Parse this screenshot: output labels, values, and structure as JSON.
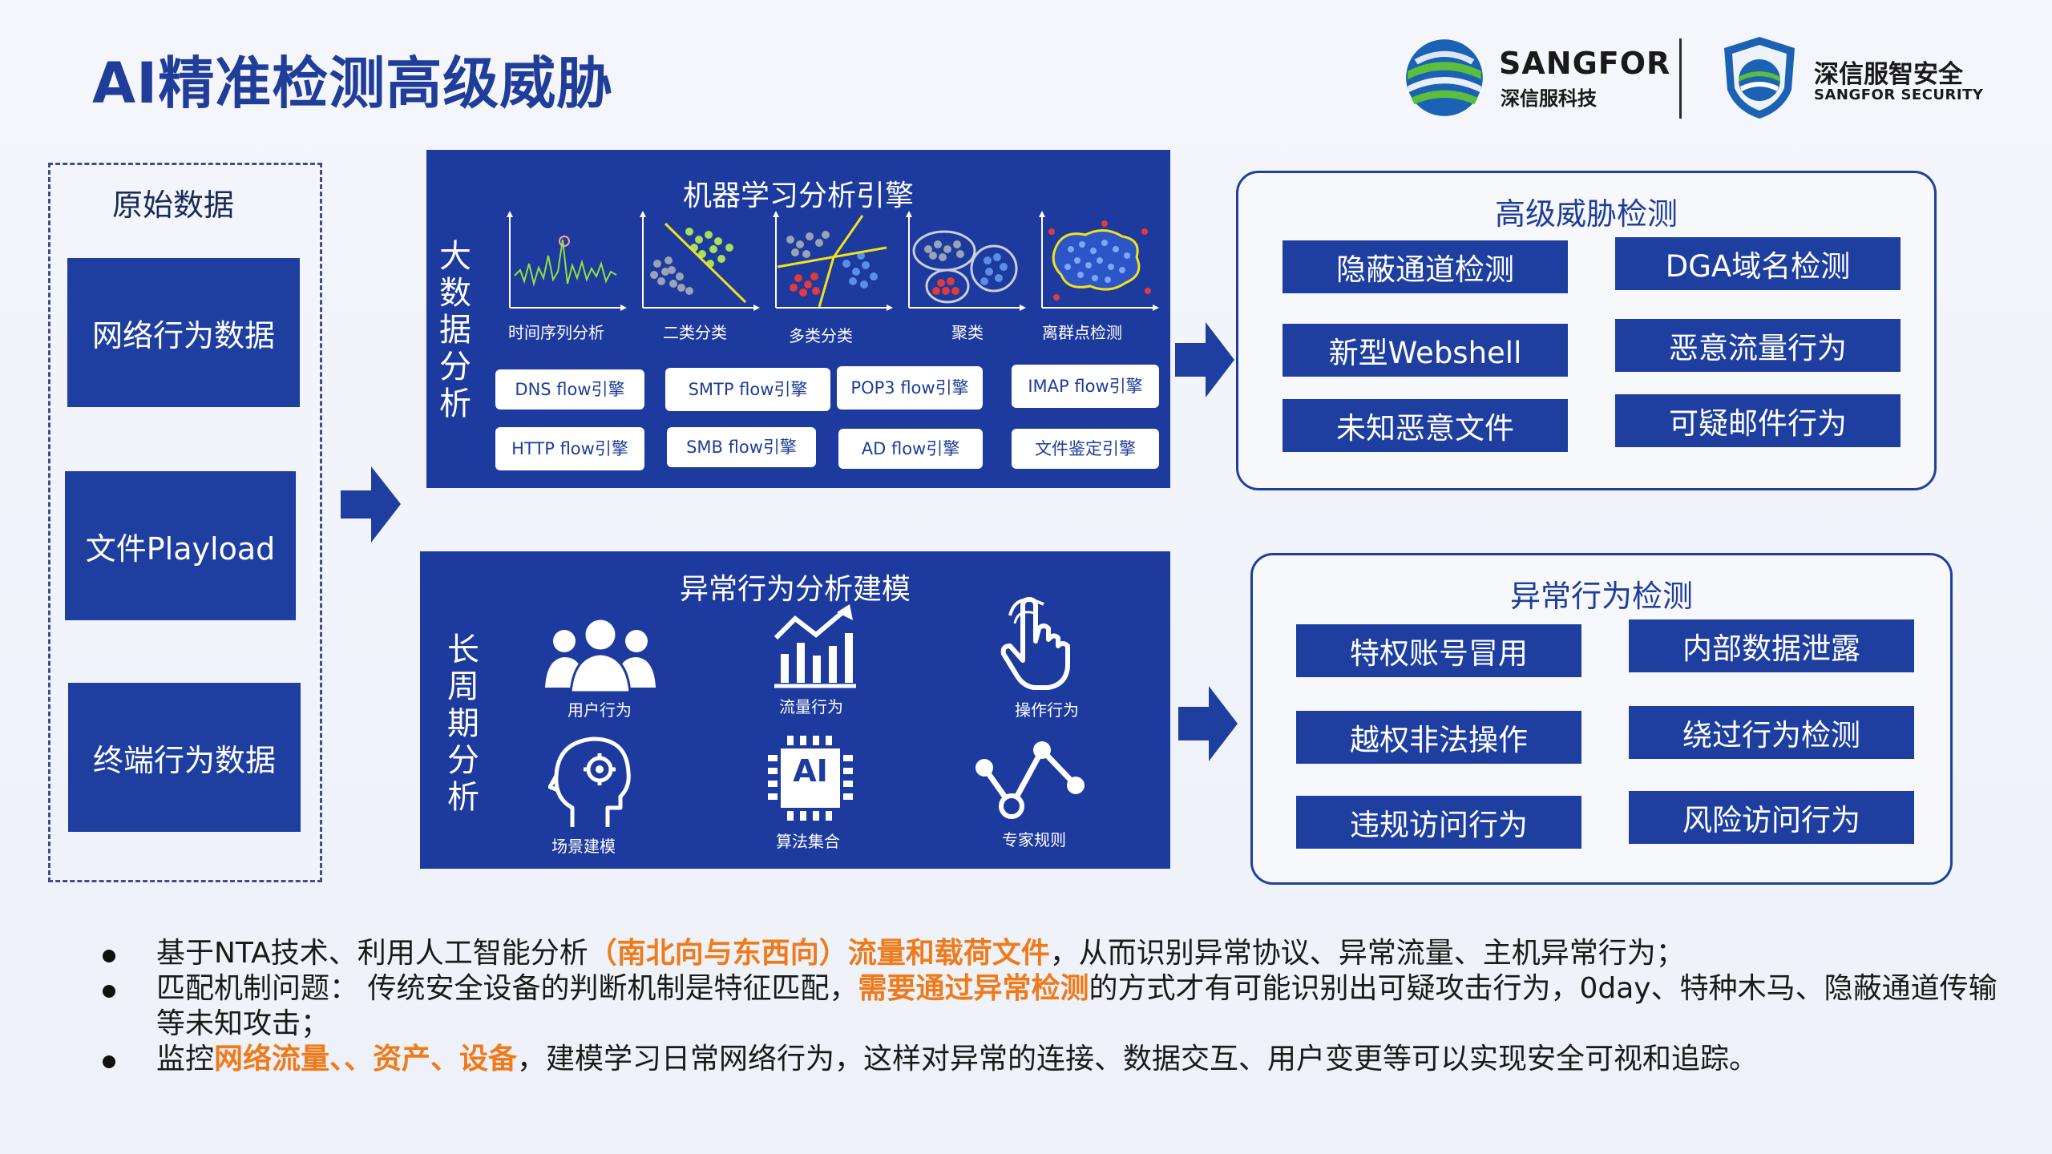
{
  "title": "AI精准检测高级威胁",
  "logos": {
    "sangfor_name": "SANGFOR",
    "sangfor_sub": "深信服科技",
    "security_name": "深信服智安全",
    "security_sub": "SANGFOR SECURITY"
  },
  "raw_data": {
    "title": "原始数据",
    "items": [
      "网络行为数据",
      "文件Playload",
      "终端行为数据"
    ]
  },
  "ml_panel": {
    "title": "机器学习分析引擎",
    "side_label": [
      "大",
      "数",
      "据",
      "分",
      "析"
    ],
    "charts": [
      "时间序列分析",
      "二类分类",
      "多类分类",
      "聚类",
      "离群点检测"
    ],
    "engines": [
      "DNS flow引擎",
      "SMTP  flow引擎",
      "POP3 flow引擎",
      "IMAP flow引擎",
      "HTTP flow引擎",
      "SMB flow引擎",
      "AD flow引擎",
      "文件鉴定引擎"
    ]
  },
  "ab_panel": {
    "title": "异常行为分析建模",
    "side_label": [
      "长",
      "周",
      "期",
      "分",
      "析"
    ],
    "icons": [
      "用户行为",
      "流量行为",
      "操作行为",
      "场景建模",
      "算法集合",
      "专家规则"
    ],
    "ai_chip_text": "AI"
  },
  "threat_panel": {
    "title": "高级威胁检测",
    "items": [
      "隐蔽通道检测",
      "DGA域名检测",
      "新型Webshell",
      "恶意流量行为",
      "未知恶意文件",
      "可疑邮件行为"
    ]
  },
  "anomaly_panel": {
    "title": "异常行为检测",
    "items": [
      "特权账号冒用",
      "内部数据泄露",
      "越权非法操作",
      "绕过行为检测",
      "违规访问行为",
      "风险访问行为"
    ]
  },
  "bullets": {
    "b1_a": "基于NTA技术、利用人工智能分析",
    "b1_hl": "（南北向与东西向）流量和载荷文件",
    "b1_b": "，从而识别异常协议、异常流量、主机异常行为；",
    "b2_a": "匹配机制问题：  传统安全设备的判断机制是特征匹配，",
    "b2_hl": "需要通过异常检测",
    "b2_b": "的方式才有可能识别出可疑攻击行为，0day、特种木马、隐蔽通道传输等未知攻击；",
    "b3_a": "监控",
    "b3_hl": "网络流量、、资产、设备",
    "b3_b": "，建模学习日常网络行为，这样对异常的连接、数据交互、用户变更等可以实现安全可视和追踪。"
  },
  "colors": {
    "primary": "#1f3fa0",
    "title": "#1f3d99",
    "highlight": "#f07a1a"
  }
}
